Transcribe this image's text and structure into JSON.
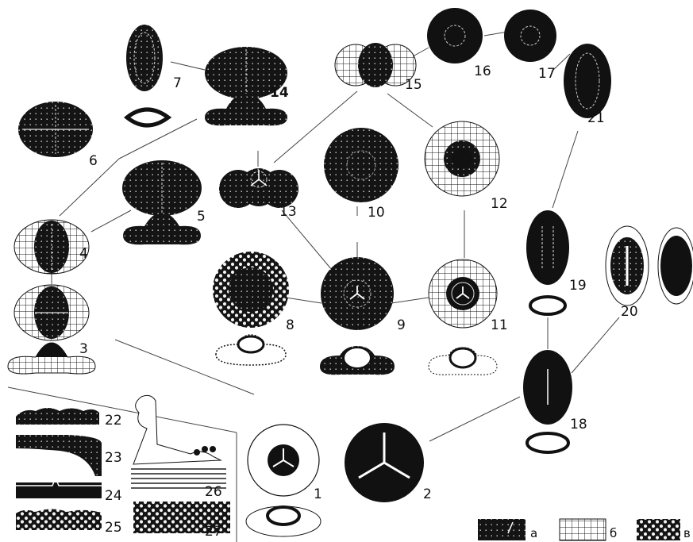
{
  "figure": {
    "labels": {
      "n1": "1",
      "n2": "2",
      "n3": "3",
      "n4": "4",
      "n5": "5",
      "n6": "6",
      "n7": "7",
      "n8": "8",
      "n9": "9",
      "n10": "10",
      "n11": "11",
      "n12": "12",
      "n13": "13",
      "n14": "14",
      "n15": "15",
      "n16": "16",
      "n17": "17",
      "n18": "18",
      "n19": "19",
      "n20": "20",
      "n21": "21",
      "n22": "22",
      "n23": "23",
      "n24": "24",
      "n25": "25",
      "n26": "26",
      "n27": "27"
    },
    "legend": {
      "a": "а",
      "b": "б",
      "c": "в"
    },
    "colors": {
      "ink": "#111111",
      "paper": "#ffffff",
      "line": "#444444"
    }
  }
}
